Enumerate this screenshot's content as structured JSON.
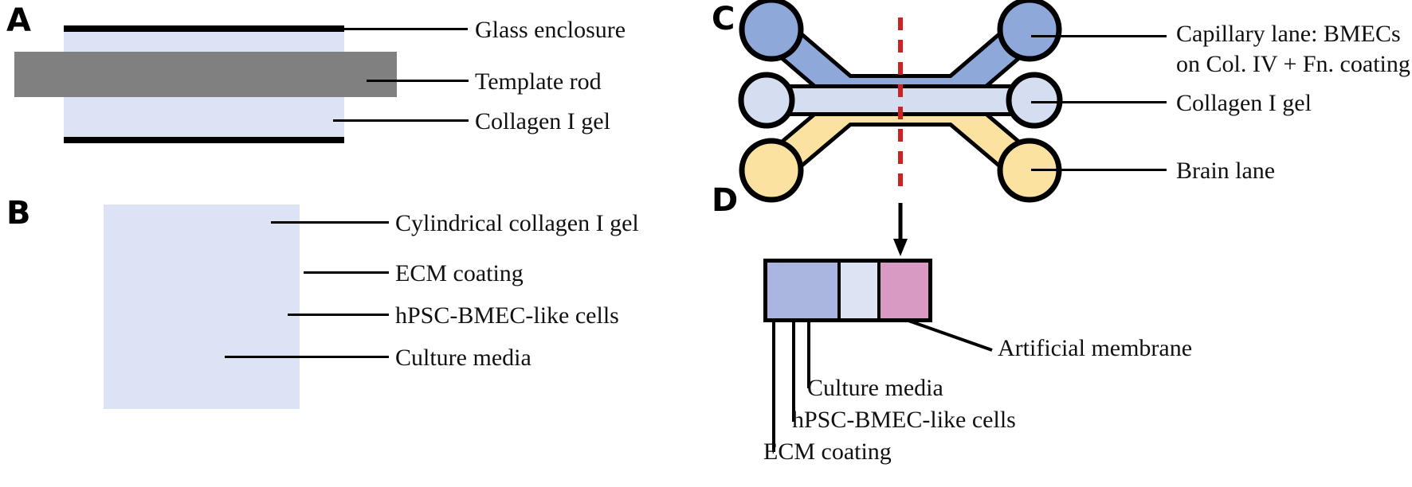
{
  "figure": {
    "panels": [
      {
        "letter": "A",
        "labels": [
          "Glass enclosure",
          "Template rod",
          "Collagen I gel"
        ]
      },
      {
        "letter": "B",
        "labels": [
          "Cylindrical  collagen I gel",
          "ECM coating",
          "hPSC-BMEC-like  cells",
          "Culture media"
        ]
      },
      {
        "letter": "C",
        "labels": [
          "Capillary lane: BMECs",
          "on Col. IV + Fn. coating",
          "Collagen I gel",
          "Brain lane"
        ]
      },
      {
        "letter": "D",
        "labels": [
          "Artificial membrane",
          "Culture media",
          "hPSC-BMEC-like  cells",
          "ECM coating"
        ]
      }
    ]
  },
  "panel_a": {
    "letter": "A",
    "label_glass": "Glass enclosure",
    "label_rod": "Template rod",
    "label_gel": "Collagen I gel"
  },
  "panel_b": {
    "letter": "B",
    "label_gel": "Cylindrical  collagen I gel",
    "label_ecm": "ECM coating",
    "label_cells": "hPSC-BMEC-like  cells",
    "label_media": "Culture media"
  },
  "panel_c": {
    "letter": "C",
    "label_capillary_line1": "Capillary lane: BMECs",
    "label_capillary_line2": "on Col. IV + Fn. coating",
    "label_collagen": "Collagen I gel",
    "label_brain": "Brain lane"
  },
  "panel_d": {
    "letter": "D",
    "label_membrane": "Artificial membrane",
    "label_media": "Culture media",
    "label_cells": "hPSC-BMEC-like  cells",
    "label_ecm": "ECM coating"
  },
  "colors": {
    "collagen_gel": "#dbe3f5",
    "template_rod": "#808080",
    "glass_enclosure": "#000000",
    "ecm_coating": "#9eaede",
    "cell_body": "#29abe2",
    "cell_outline": "#000000",
    "culture_media": "#dda0c4",
    "capillary_lane": "#8fa8da",
    "brain_lane": "#fbe2a0",
    "center_lane": "#d5ddf0",
    "section_line": "#cc2222",
    "artificial_membrane": "#d89ac2",
    "cell_compartment": "#aab6e0"
  },
  "icons": {
    "section_line": "dashed-section-line",
    "projection_arrow": "down-arrow-icon"
  }
}
